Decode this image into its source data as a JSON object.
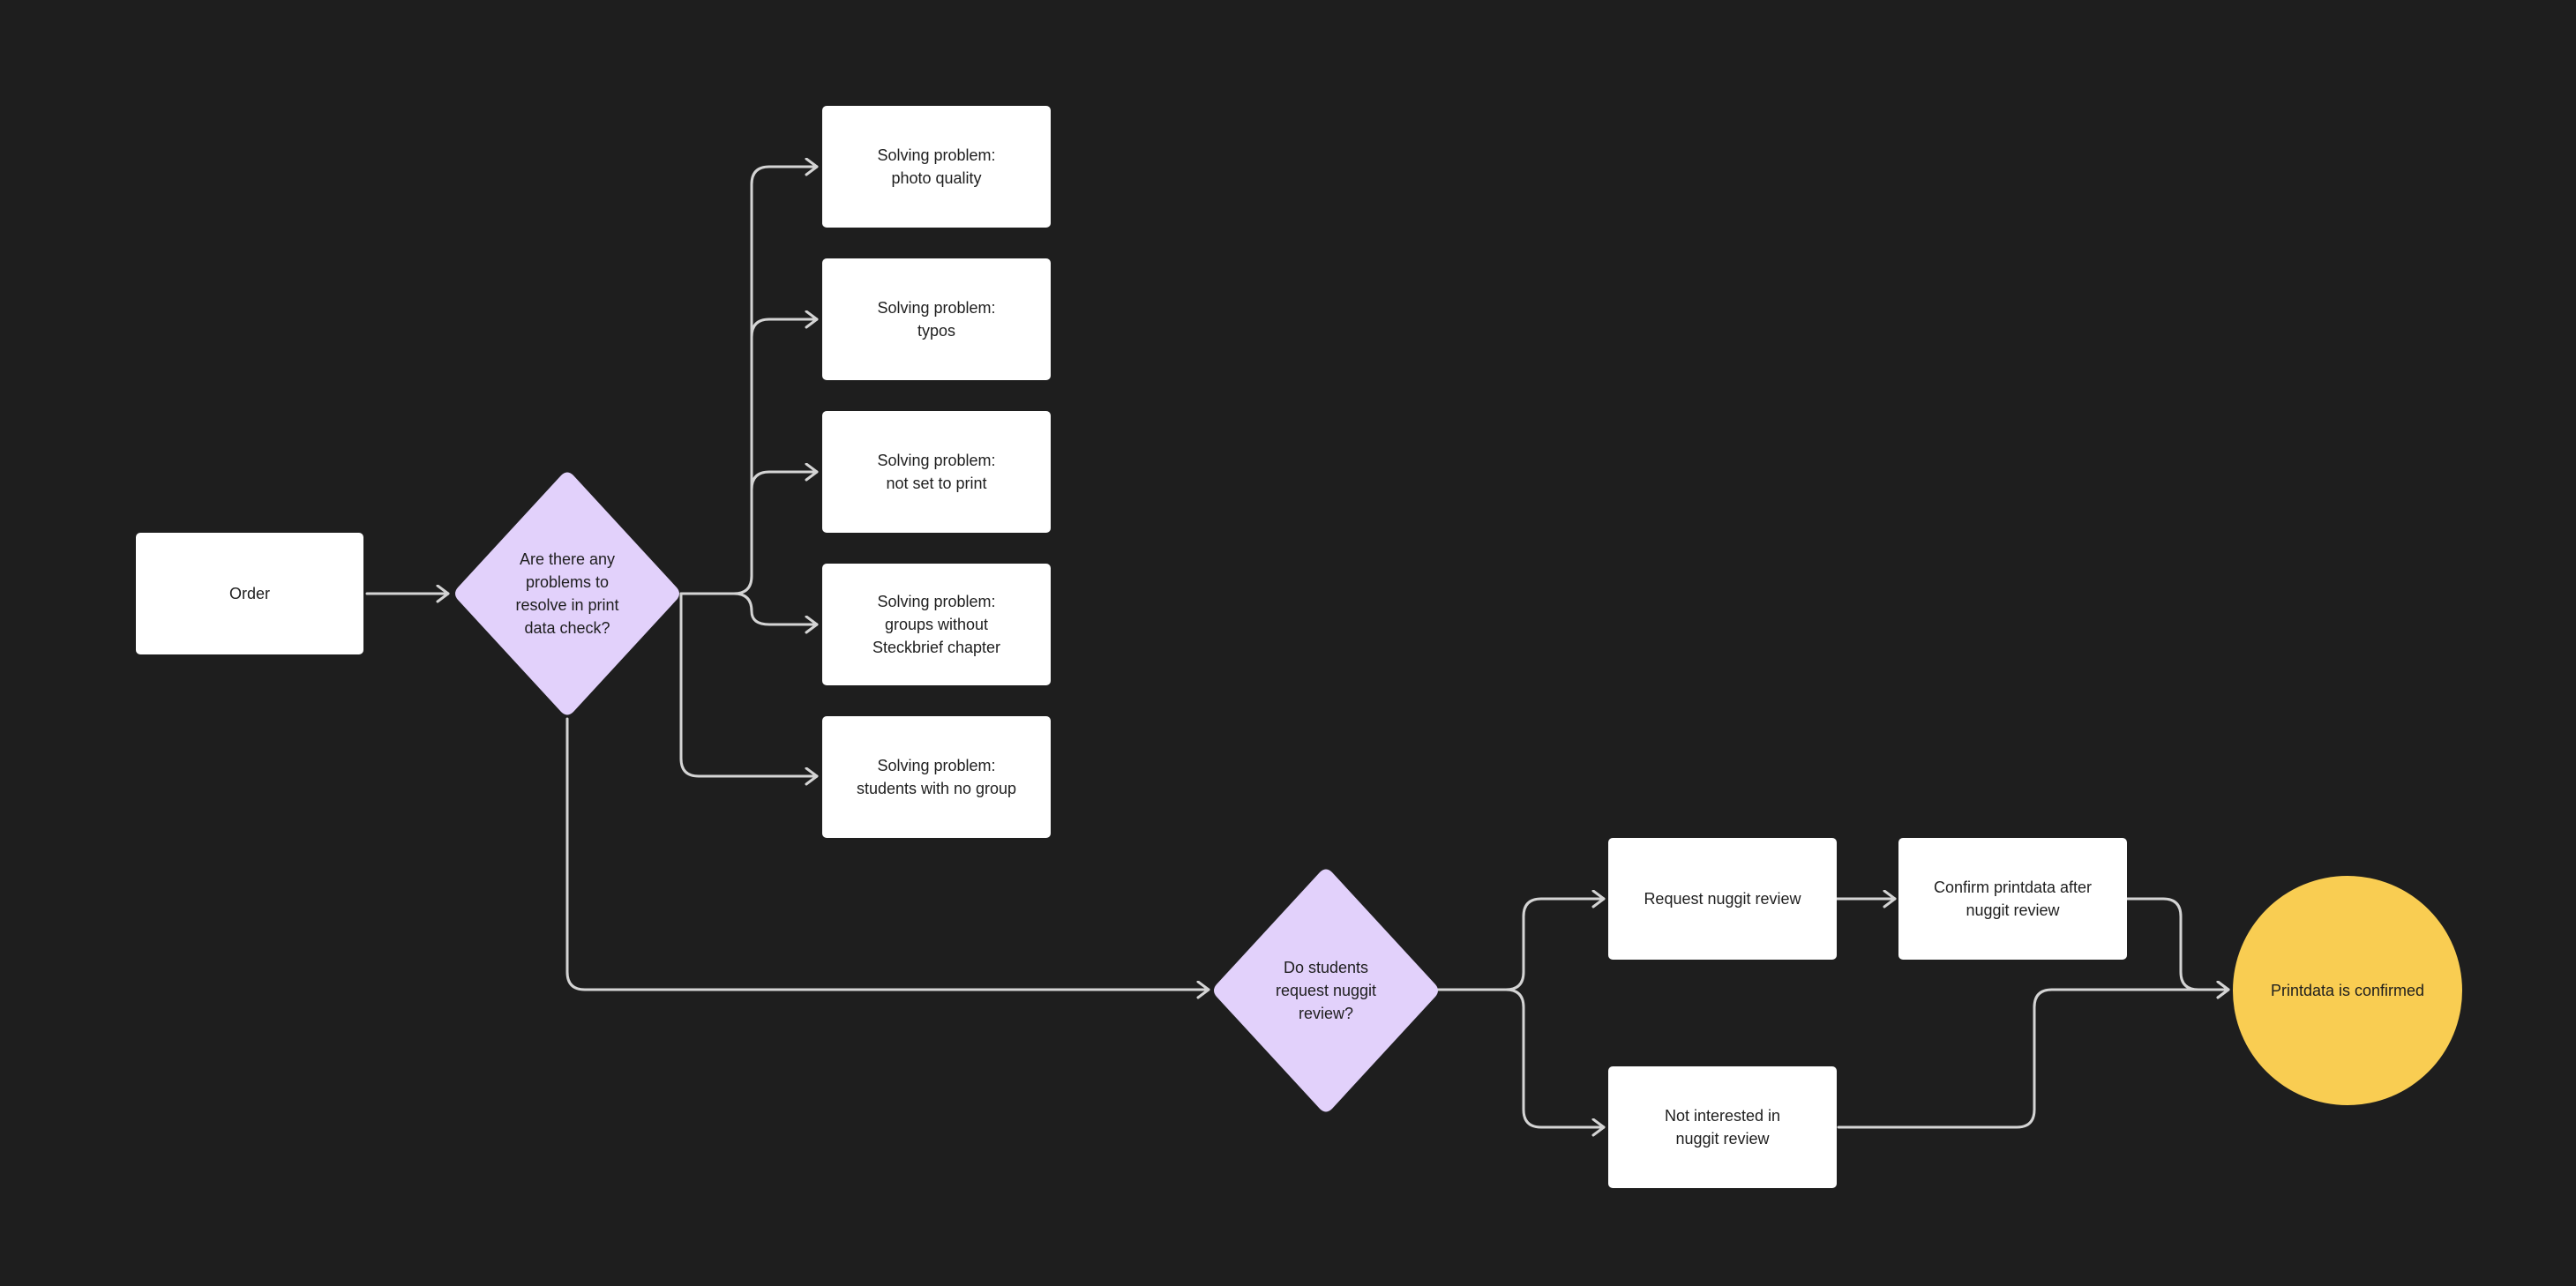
{
  "diagram": {
    "colors": {
      "background": "#1e1e1e",
      "process_box": "#ffffff",
      "decision": "#e2d1fb",
      "terminal": "#f9cd52",
      "connector": "#d4d4d4",
      "text": "#1e1e1e"
    },
    "nodes": {
      "order": "Order",
      "decision_print_check": "Are there any\nproblems to\nresolve in print\ndata check?",
      "problem_photo": "Solving problem:\nphoto quality",
      "problem_typos": "Solving problem:\ntypos",
      "problem_not_set": "Solving problem:\nnot set to print",
      "problem_groups": "Solving problem:\ngroups without\nSteckbrief chapter",
      "problem_students": "Solving problem:\nstudents with no group",
      "decision_nuggit": "Do students\nrequest nuggit\nreview?",
      "request_review": "Request nuggit review",
      "confirm_after_review": "Confirm printdata after\nnuggit review",
      "not_interested": "Not interested in\nnuggit review",
      "confirmed": "Printdata is confirmed"
    },
    "edges": [
      {
        "from": "order",
        "to": "decision_print_check"
      },
      {
        "from": "decision_print_check",
        "to": "problem_photo"
      },
      {
        "from": "decision_print_check",
        "to": "problem_typos"
      },
      {
        "from": "decision_print_check",
        "to": "problem_not_set"
      },
      {
        "from": "decision_print_check",
        "to": "problem_groups"
      },
      {
        "from": "decision_print_check",
        "to": "problem_students"
      },
      {
        "from": "decision_print_check",
        "to": "decision_nuggit"
      },
      {
        "from": "decision_nuggit",
        "to": "request_review"
      },
      {
        "from": "decision_nuggit",
        "to": "not_interested"
      },
      {
        "from": "request_review",
        "to": "confirm_after_review"
      },
      {
        "from": "confirm_after_review",
        "to": "confirmed"
      },
      {
        "from": "not_interested",
        "to": "confirmed"
      }
    ]
  }
}
